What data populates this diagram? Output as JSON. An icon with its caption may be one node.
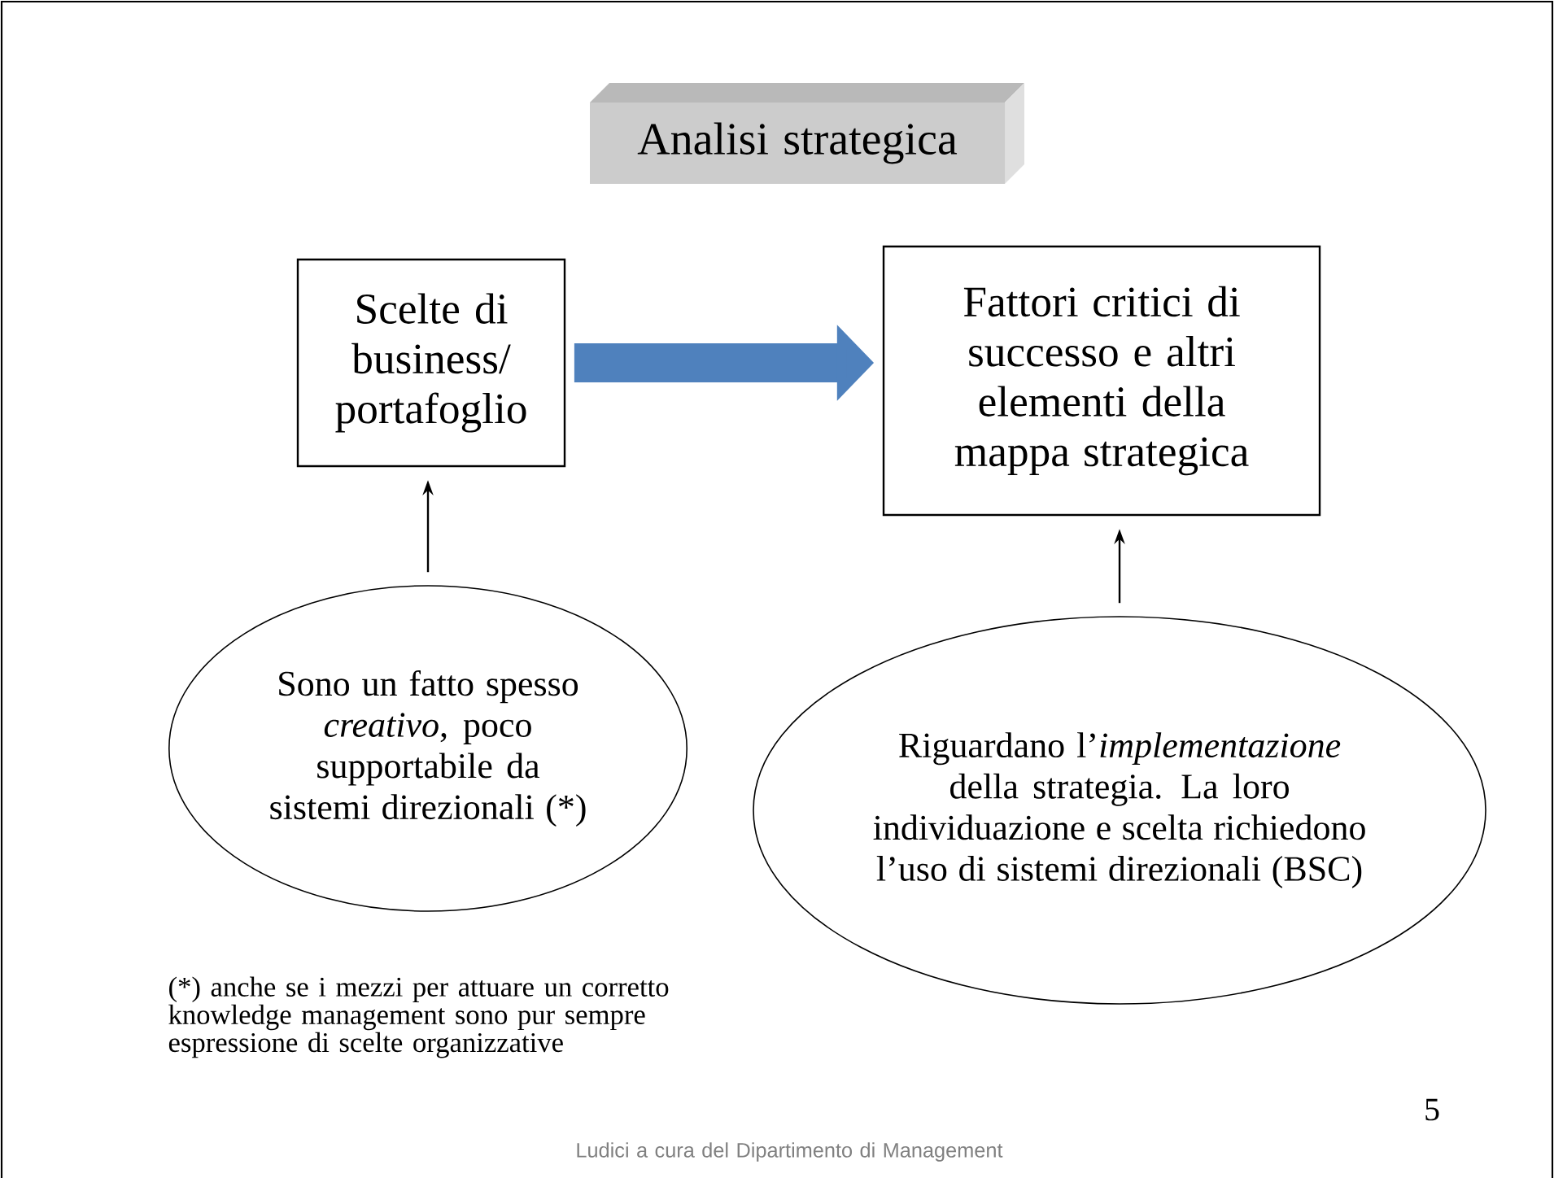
{
  "diagram": {
    "nodes": [
      {
        "text": [
          "Analisi strategica"
        ]
      },
      {
        "text": [
          "Scelte di business/ portafoglio"
        ]
      },
      {
        "text": [
          "Fattori critici di successo e altri elementi della mappa strategica"
        ]
      },
      {
        "text": [
          "Sono un fatto spesso *creativo*, poco supportabile da sistemi direzionali (*)"
        ]
      },
      {
        "text": [
          "Riguardano l’*implementazione* della strategia. La loro individuazione e scelta richiedono l’uso di sistemi direzionali (BSC)"
        ]
      }
    ],
    "edges": [
      {
        "from": 1,
        "to": 2,
        "arrow": "to",
        "style": "thick",
        "color": "#4f81bd"
      },
      {
        "from": 3,
        "to": 1,
        "arrow": "to"
      },
      {
        "from": 4,
        "to": 2,
        "arrow": "to"
      }
    ],
    "labels": [
      "(*) anche se i mezzi per attuare un corretto knowledge management sono pur sempre espressione di scelte organizzative",
      "Ludici a cura del Dipartimento di Management",
      "5"
    ]
  }
}
